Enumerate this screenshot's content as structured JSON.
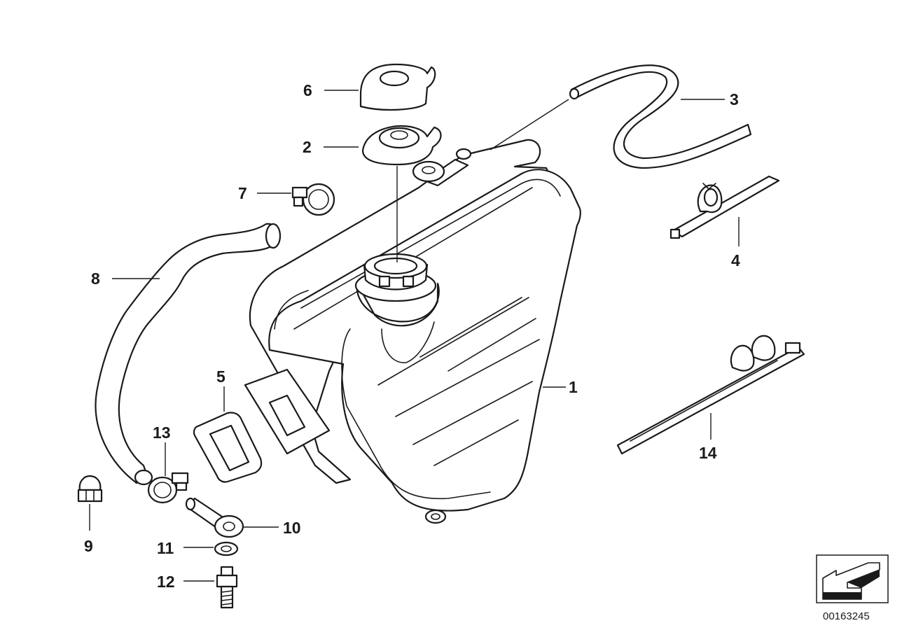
{
  "diagram": {
    "callouts": [
      {
        "id": "1",
        "label": "1"
      },
      {
        "id": "2",
        "label": "2"
      },
      {
        "id": "3",
        "label": "3"
      },
      {
        "id": "4",
        "label": "4"
      },
      {
        "id": "5",
        "label": "5"
      },
      {
        "id": "6",
        "label": "6"
      },
      {
        "id": "7",
        "label": "7"
      },
      {
        "id": "8",
        "label": "8"
      },
      {
        "id": "9",
        "label": "9"
      },
      {
        "id": "10",
        "label": "10"
      },
      {
        "id": "11",
        "label": "11"
      },
      {
        "id": "12",
        "label": "12"
      },
      {
        "id": "13",
        "label": "13"
      },
      {
        "id": "14",
        "label": "14"
      }
    ],
    "document_number": "00163245",
    "colors": {
      "line": "#1a1a1a",
      "background": "#ffffff"
    },
    "icons": {
      "nav": "arrow-icon"
    }
  }
}
